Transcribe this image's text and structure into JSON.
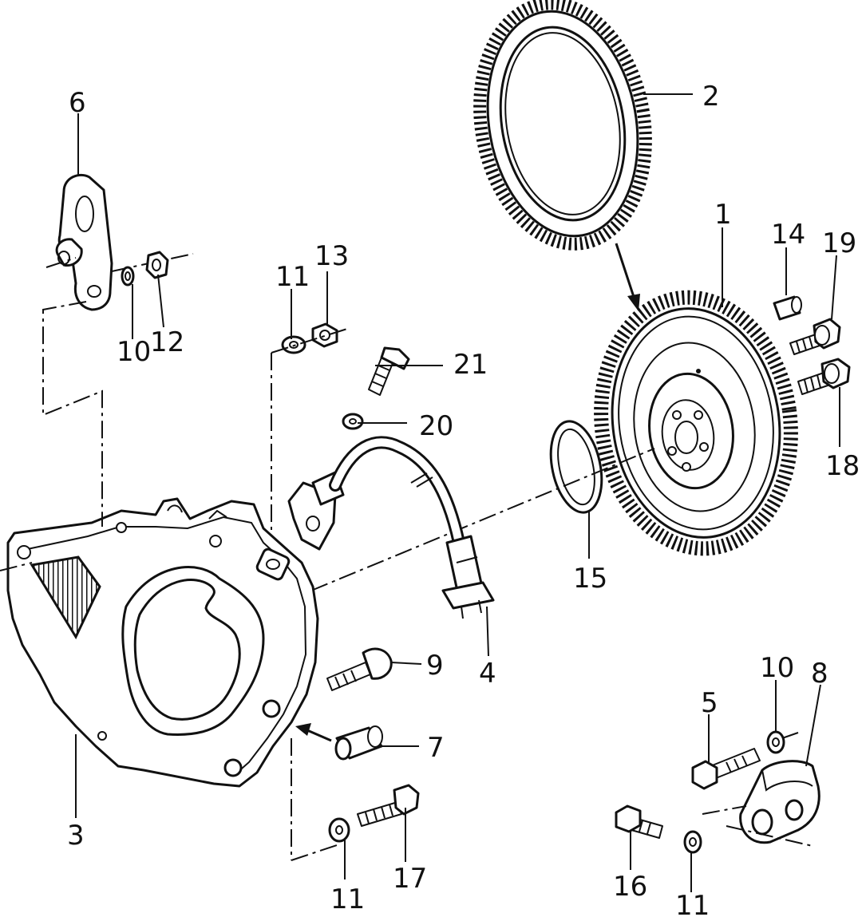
{
  "callouts": {
    "c1": "1",
    "c2": "2",
    "c3": "3",
    "c4": "4",
    "c5": "5",
    "c6": "6",
    "c7": "7",
    "c8": "8",
    "c9": "9",
    "c10a": "10",
    "c10b": "10",
    "c11a": "11",
    "c11b": "11",
    "c11c": "11",
    "c12": "12",
    "c13": "13",
    "c14": "14",
    "c15": "15",
    "c16": "16",
    "c17": "17",
    "c18": "18",
    "c19": "19",
    "c20": "20",
    "c21": "21"
  },
  "colors": {
    "ink": "#111111",
    "paper": "#ffffff"
  }
}
